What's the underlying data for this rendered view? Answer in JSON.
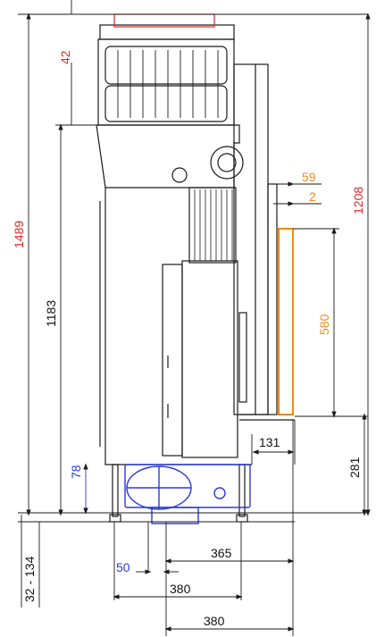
{
  "colors": {
    "line": "#1a1a1a",
    "red": "#e0262a",
    "orange": "#f08a1a",
    "blue": "#2a3ad8"
  },
  "dimensions": {
    "d42": "42",
    "d1489": "1489",
    "d1183": "1183",
    "d1208": "1208",
    "d59": "59",
    "d2": "2",
    "d580": "580",
    "d131": "131",
    "d281": "281",
    "d78": "78",
    "d32_134": "32 - 134",
    "d365": "365",
    "d50": "50",
    "d380a": "380",
    "d380b": "380"
  }
}
